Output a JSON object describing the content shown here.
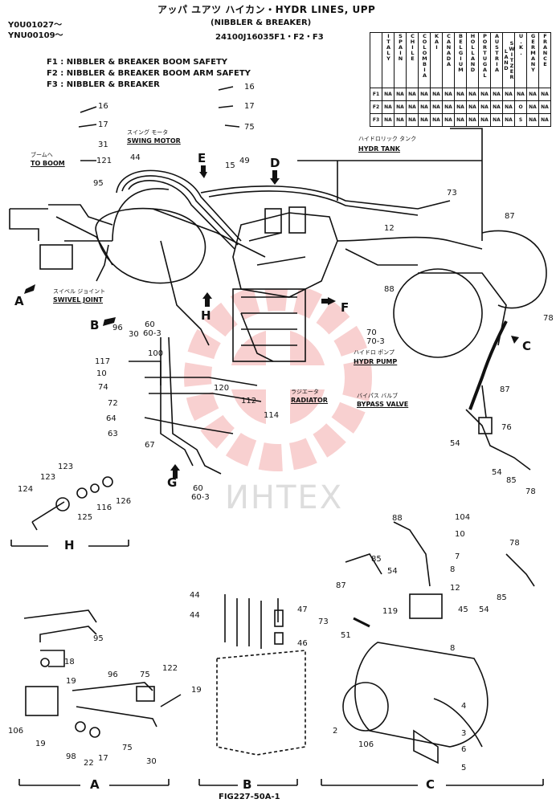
{
  "header": {
    "title": "アッパ ユアツ ハイカン・HYDR LINES, UPP",
    "subtitle": "(NIBBLER & BREAKER)",
    "part_number": "24100J16035F1・F2・F3",
    "serial_1": "Y0U01027～",
    "serial_2": "YNU00109～"
  },
  "variants": {
    "f1": "F1 : NIBBLER & BREAKER BOOM SAFETY",
    "f2": "F2 : NIBBLER & BREAKER BOOM ARM SAFETY",
    "f3": "F3 : NIBBLER & BREAKER"
  },
  "country_table": {
    "countries": [
      "ITALY",
      "SPAIN",
      "CHILE",
      "COLOMBIA",
      "KAI",
      "CANADA",
      "BELGIUM",
      "HOLLAND",
      "PORTUGAL",
      "AUSTRIA",
      "SWITZER LAND",
      "U.K.",
      "GERMANY",
      "FRANCE"
    ],
    "rows": [
      {
        "label": "F1",
        "cells": [
          "NA",
          "NA",
          "NA",
          "NA",
          "NA",
          "NA",
          "NA",
          "NA",
          "NA",
          "NA",
          "NA",
          "NA",
          "NA",
          "NA"
        ]
      },
      {
        "label": "F2",
        "cells": [
          "NA",
          "NA",
          "NA",
          "NA",
          "NA",
          "NA",
          "NA",
          "NA",
          "NA",
          "NA",
          "NA",
          "O",
          "NA",
          "NA"
        ]
      },
      {
        "label": "F3",
        "cells": [
          "NA",
          "NA",
          "NA",
          "NA",
          "NA",
          "NA",
          "NA",
          "NA",
          "NA",
          "NA",
          "NA",
          "S",
          "NA",
          "NA"
        ]
      }
    ]
  },
  "labels": {
    "to_boom_jp": "ブームへ",
    "to_boom": "TO BOOM",
    "swing_motor_jp": "スイング モータ",
    "swing_motor": "SWING MOTOR",
    "swivel_joint_jp": "スイベル ジョイント",
    "swivel_joint": "SWIVEL JOINT",
    "hydr_tank_jp": "ハイドロリック タンク",
    "hydr_tank": "HYDR TANK",
    "hydr_pump_jp": "ハイドロ ポンプ",
    "hydr_pump": "HYDR PUMP",
    "radiator_jp": "ラジエータ",
    "radiator": "RADIATOR",
    "bypass_valve_jp": "バイパス バルブ",
    "bypass_valve": "BYPASS VALVE"
  },
  "view_letters": {
    "a": "A",
    "b": "B",
    "c": "C",
    "d": "D",
    "e": "E",
    "f": "F",
    "g": "G",
    "h": "H"
  },
  "callouts": {
    "c16a": "16",
    "c17a": "17",
    "c31": "31",
    "c121": "121",
    "c95a": "95",
    "c44a": "44",
    "c15": "15",
    "c49": "49",
    "c16b": "16",
    "c17b": "17",
    "c75a": "75",
    "c73": "73",
    "c87a": "87",
    "c12a": "12",
    "c88a": "88",
    "c78a": "78",
    "c96a": "96",
    "c30a": "30",
    "c60a": "60",
    "c603a": "60-3",
    "c70": "70",
    "c703": "70-3",
    "c117": "117",
    "c10a": "10",
    "c100": "100",
    "c74": "74",
    "c72": "72",
    "c64": "64",
    "c63": "63",
    "c67": "67",
    "c120": "120",
    "c112": "112",
    "c114": "114",
    "c60b": "60",
    "c603b": "60-3",
    "c87b": "87",
    "c76": "76",
    "c54a": "54",
    "c54b": "54",
    "c85a": "85",
    "c78b": "78",
    "c123a": "123",
    "c124": "124",
    "c123b": "123",
    "c125": "125",
    "c116": "116",
    "c126": "126",
    "c88b": "88",
    "c104": "104",
    "c10b": "10",
    "c7": "7",
    "c8a": "8",
    "c85b": "85",
    "c54c": "54",
    "c87c": "87",
    "c12b": "12",
    "c45": "45",
    "c54d": "54",
    "c85c": "85",
    "c78c": "78",
    "c73b": "73",
    "c119": "119",
    "c51": "51",
    "c8b": "8",
    "c4": "4",
    "c3": "3",
    "c2": "2",
    "c106a": "106",
    "c6": "6",
    "c5": "5",
    "c95b": "95",
    "c18": "18",
    "c19a": "19",
    "c106b": "106",
    "c19b": "19",
    "c98": "98",
    "c22": "22",
    "c17c": "17",
    "c96b": "96",
    "c75b": "75",
    "c122": "122",
    "c75c": "75",
    "c30b": "30",
    "c44b": "44",
    "c44c": "44",
    "c47": "47",
    "c46": "46",
    "c19c": "19"
  },
  "section_labels": {
    "h": "H",
    "a": "A",
    "b": "B",
    "c": "C"
  },
  "footer": {
    "figure": "FIG227-50A-1"
  },
  "watermark": {
    "text": "ИНТЕХ",
    "color": "#e03030"
  }
}
